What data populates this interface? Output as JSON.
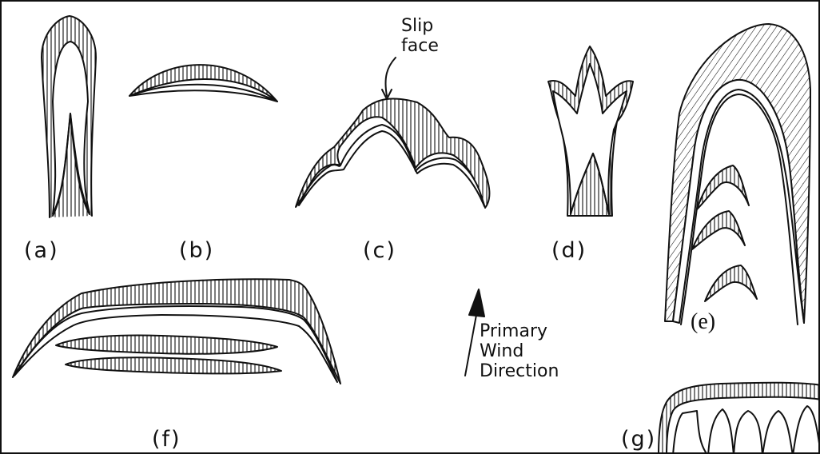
{
  "labels": {
    "a": "(a)",
    "b": "(b)",
    "c": "(c)",
    "d": "(d)",
    "e": "(e)",
    "f": "(f)",
    "g": "(g)"
  },
  "slip_face": [
    "Slip",
    "face"
  ],
  "wind": [
    "Primary",
    "Wind",
    "Direction"
  ],
  "colors": {
    "ink": "#111111",
    "background": "#ffffff"
  }
}
